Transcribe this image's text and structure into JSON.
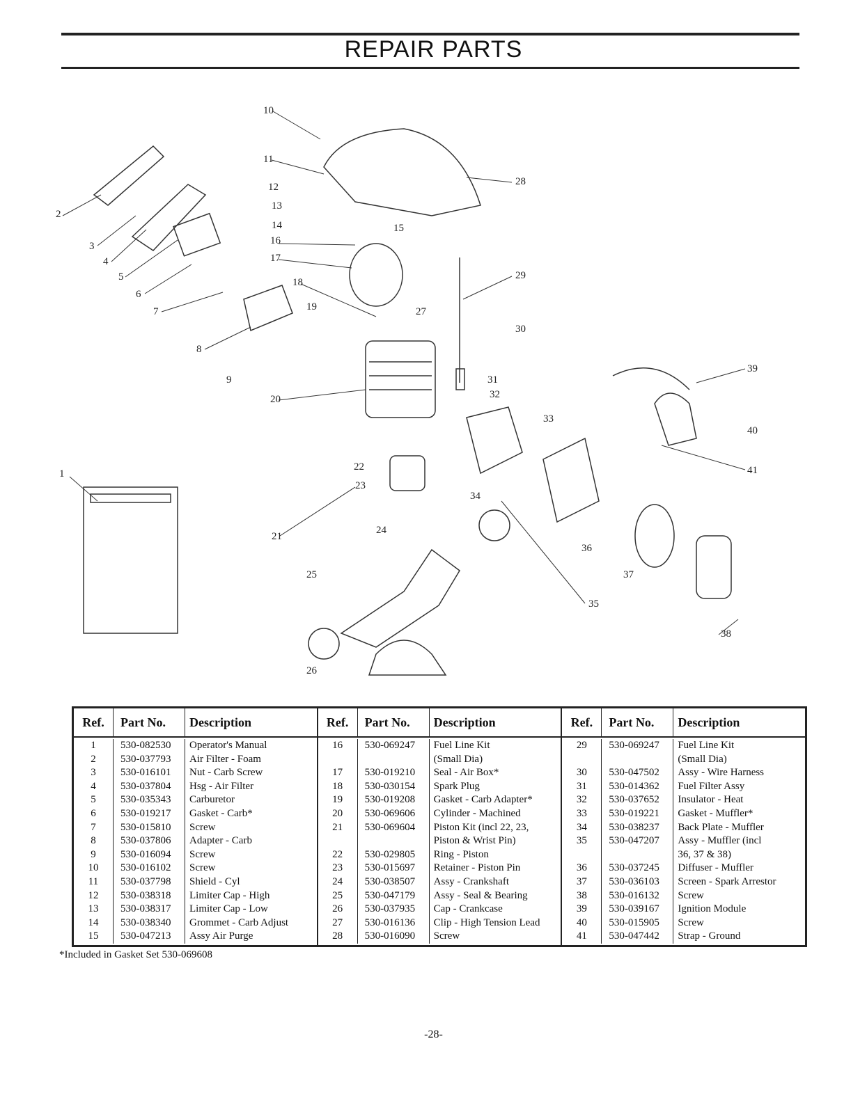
{
  "page": {
    "title": "REPAIR PARTS",
    "page_number": "-28-",
    "footnote": "*Included in Gasket Set 530-069608"
  },
  "diagram": {
    "callouts": [
      "1",
      "2",
      "3",
      "4",
      "5",
      "6",
      "7",
      "8",
      "9",
      "10",
      "11",
      "12",
      "13",
      "14",
      "15",
      "16",
      "17",
      "18",
      "19",
      "20",
      "21",
      "22",
      "23",
      "24",
      "25",
      "26",
      "27",
      "28",
      "29",
      "30",
      "31",
      "32",
      "33",
      "34",
      "35",
      "36",
      "37",
      "38",
      "39",
      "40",
      "41"
    ]
  },
  "table": {
    "headers": {
      "ref": "Ref.",
      "part": "Part No.",
      "desc": "Description"
    },
    "columns": [
      [
        {
          "ref": "1",
          "part": "530-082530",
          "desc": "Operator's Manual"
        },
        {
          "ref": "2",
          "part": "530-037793",
          "desc": "Air Filter - Foam"
        },
        {
          "ref": "3",
          "part": "530-016101",
          "desc": "Nut - Carb Screw"
        },
        {
          "ref": "4",
          "part": "530-037804",
          "desc": "Hsg - Air Filter"
        },
        {
          "ref": "5",
          "part": "530-035343",
          "desc": "Carburetor"
        },
        {
          "ref": "6",
          "part": "530-019217",
          "desc": "Gasket - Carb*"
        },
        {
          "ref": "7",
          "part": "530-015810",
          "desc": "Screw"
        },
        {
          "ref": "8",
          "part": "530-037806",
          "desc": "Adapter - Carb"
        },
        {
          "ref": "9",
          "part": "530-016094",
          "desc": "Screw"
        },
        {
          "ref": "10",
          "part": "530-016102",
          "desc": "Screw"
        },
        {
          "ref": "11",
          "part": "530-037798",
          "desc": "Shield - Cyl"
        },
        {
          "ref": "12",
          "part": "530-038318",
          "desc": "Limiter Cap - High"
        },
        {
          "ref": "13",
          "part": "530-038317",
          "desc": "Limiter Cap - Low"
        },
        {
          "ref": "14",
          "part": "530-038340",
          "desc": "Grommet - Carb Adjust"
        },
        {
          "ref": "15",
          "part": "530-047213",
          "desc": "Assy Air Purge"
        }
      ],
      [
        {
          "ref": "16",
          "part": "530-069247",
          "desc": "Fuel Line Kit"
        },
        {
          "ref": "",
          "part": "",
          "desc": "(Small Dia)"
        },
        {
          "ref": "17",
          "part": "530-019210",
          "desc": "Seal - Air Box*"
        },
        {
          "ref": "18",
          "part": "530-030154",
          "desc": "Spark Plug"
        },
        {
          "ref": "19",
          "part": "530-019208",
          "desc": "Gasket - Carb Adapter*"
        },
        {
          "ref": "20",
          "part": "530-069606",
          "desc": "Cylinder - Machined"
        },
        {
          "ref": "21",
          "part": "530-069604",
          "desc": "Piston Kit (incl 22, 23,"
        },
        {
          "ref": "",
          "part": "",
          "desc": "Piston & Wrist Pin)"
        },
        {
          "ref": "22",
          "part": "530-029805",
          "desc": "Ring - Piston"
        },
        {
          "ref": "23",
          "part": "530-015697",
          "desc": "Retainer - Piston Pin"
        },
        {
          "ref": "24",
          "part": "530-038507",
          "desc": "Assy - Crankshaft"
        },
        {
          "ref": "25",
          "part": "530-047179",
          "desc": "Assy - Seal & Bearing"
        },
        {
          "ref": "26",
          "part": "530-037935",
          "desc": "Cap - Crankcase"
        },
        {
          "ref": "27",
          "part": "530-016136",
          "desc": "Clip - High Tension Lead"
        },
        {
          "ref": "28",
          "part": "530-016090",
          "desc": "Screw"
        }
      ],
      [
        {
          "ref": "29",
          "part": "530-069247",
          "desc": "Fuel Line Kit"
        },
        {
          "ref": "",
          "part": "",
          "desc": "(Small Dia)"
        },
        {
          "ref": "30",
          "part": "530-047502",
          "desc": "Assy - Wire Harness"
        },
        {
          "ref": "31",
          "part": "530-014362",
          "desc": "Fuel Filter Assy"
        },
        {
          "ref": "32",
          "part": "530-037652",
          "desc": "Insulator - Heat"
        },
        {
          "ref": "33",
          "part": "530-019221",
          "desc": "Gasket - Muffler*"
        },
        {
          "ref": "34",
          "part": "530-038237",
          "desc": "Back Plate - Muffler"
        },
        {
          "ref": "35",
          "part": "530-047207",
          "desc": "Assy - Muffler (incl"
        },
        {
          "ref": "",
          "part": "",
          "desc": "36, 37 & 38)"
        },
        {
          "ref": "36",
          "part": "530-037245",
          "desc": "Diffuser - Muffler"
        },
        {
          "ref": "37",
          "part": "530-036103",
          "desc": "Screen - Spark Arrestor"
        },
        {
          "ref": "38",
          "part": "530-016132",
          "desc": "Screw"
        },
        {
          "ref": "39",
          "part": "530-039167",
          "desc": "Ignition Module"
        },
        {
          "ref": "40",
          "part": "530-015905",
          "desc": "Screw"
        },
        {
          "ref": "41",
          "part": "530-047442",
          "desc": "Strap - Ground"
        }
      ]
    ]
  }
}
